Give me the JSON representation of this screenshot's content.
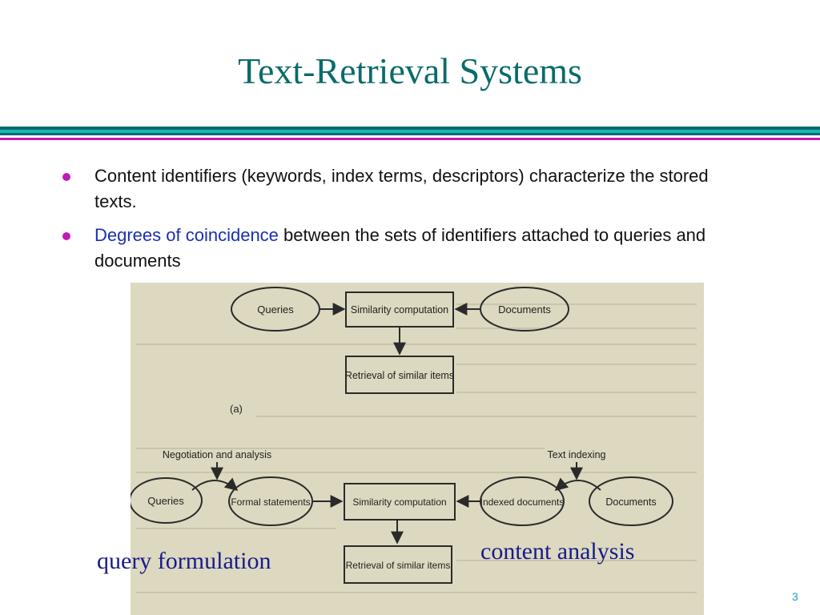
{
  "slide": {
    "title": "Text-Retrieval Systems",
    "page_number": "3"
  },
  "bullets": [
    {
      "text": "Content identifiers (keywords, index terms, descriptors) characterize the stored texts."
    },
    {
      "highlight": "Degrees of coincidence",
      "text": " between the sets of identifiers attached to queries and documents"
    }
  ],
  "figure": {
    "part_a": {
      "queries": "Queries",
      "similarity": "Similarity computation",
      "documents": "Documents",
      "retrieval": "Retrieval of similar items",
      "label": "(a)"
    },
    "part_b": {
      "negotiation": "Negotiation and analysis",
      "text_indexing": "Text indexing",
      "queries": "Queries",
      "formal": "Formal statements",
      "similarity": "Similarity computation",
      "indexed": "Indexed documents",
      "documents": "Documents",
      "retrieval": "Retrieval of similar items"
    }
  },
  "captions": {
    "query": "query formulation",
    "content": "content analysis"
  },
  "colors": {
    "title": "#0b6b6b",
    "highlight": "#1a2fb0",
    "caption": "#1a1a8c",
    "bullet_dot": "#c01ab8",
    "photo_bg": "#dcd9c0"
  }
}
